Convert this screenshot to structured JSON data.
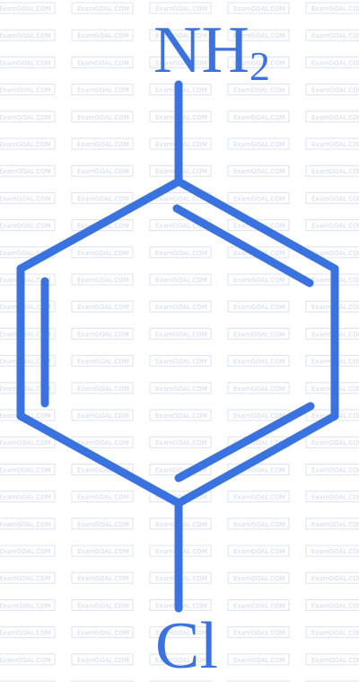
{
  "molecule": {
    "top_group": {
      "symbol": "NH",
      "subscript": "2"
    },
    "bottom_group": {
      "symbol": "Cl"
    }
  },
  "watermark": {
    "text": "ExamGOAL.COM"
  },
  "colors": {
    "structure": "#3a72e0",
    "watermark_text": "#cfd9ea",
    "watermark_box": "#dbe3f0",
    "background": "#ffffff"
  }
}
